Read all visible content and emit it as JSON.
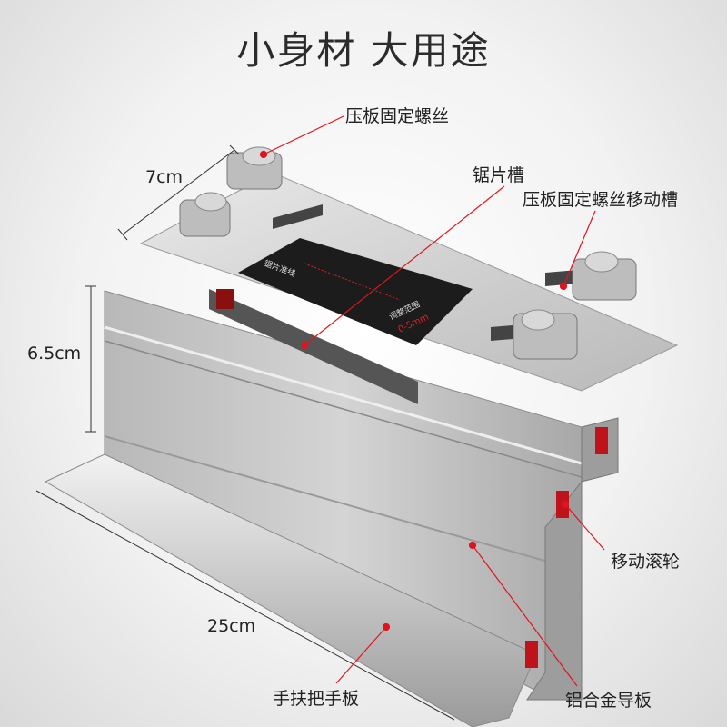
{
  "title": "小身材 大用途",
  "callouts": {
    "clamp_screw": "压板固定螺丝",
    "blade_slot": "锯片槽",
    "screw_slot": "压板固定螺丝移动槽",
    "roller": "移动滚轮",
    "handle_plate": "手扶把手板",
    "guide_plate": "铝合金导板"
  },
  "dimensions": {
    "width": "7cm",
    "height": "6.5cm",
    "length": "25cm"
  },
  "plate_label": {
    "line": "锯片准线",
    "range": "调整范围",
    "range_value": "0-5mm"
  },
  "colors": {
    "callout_line": "#e0141e",
    "roller": "#c0121a",
    "plate": "#1c1c1c"
  }
}
